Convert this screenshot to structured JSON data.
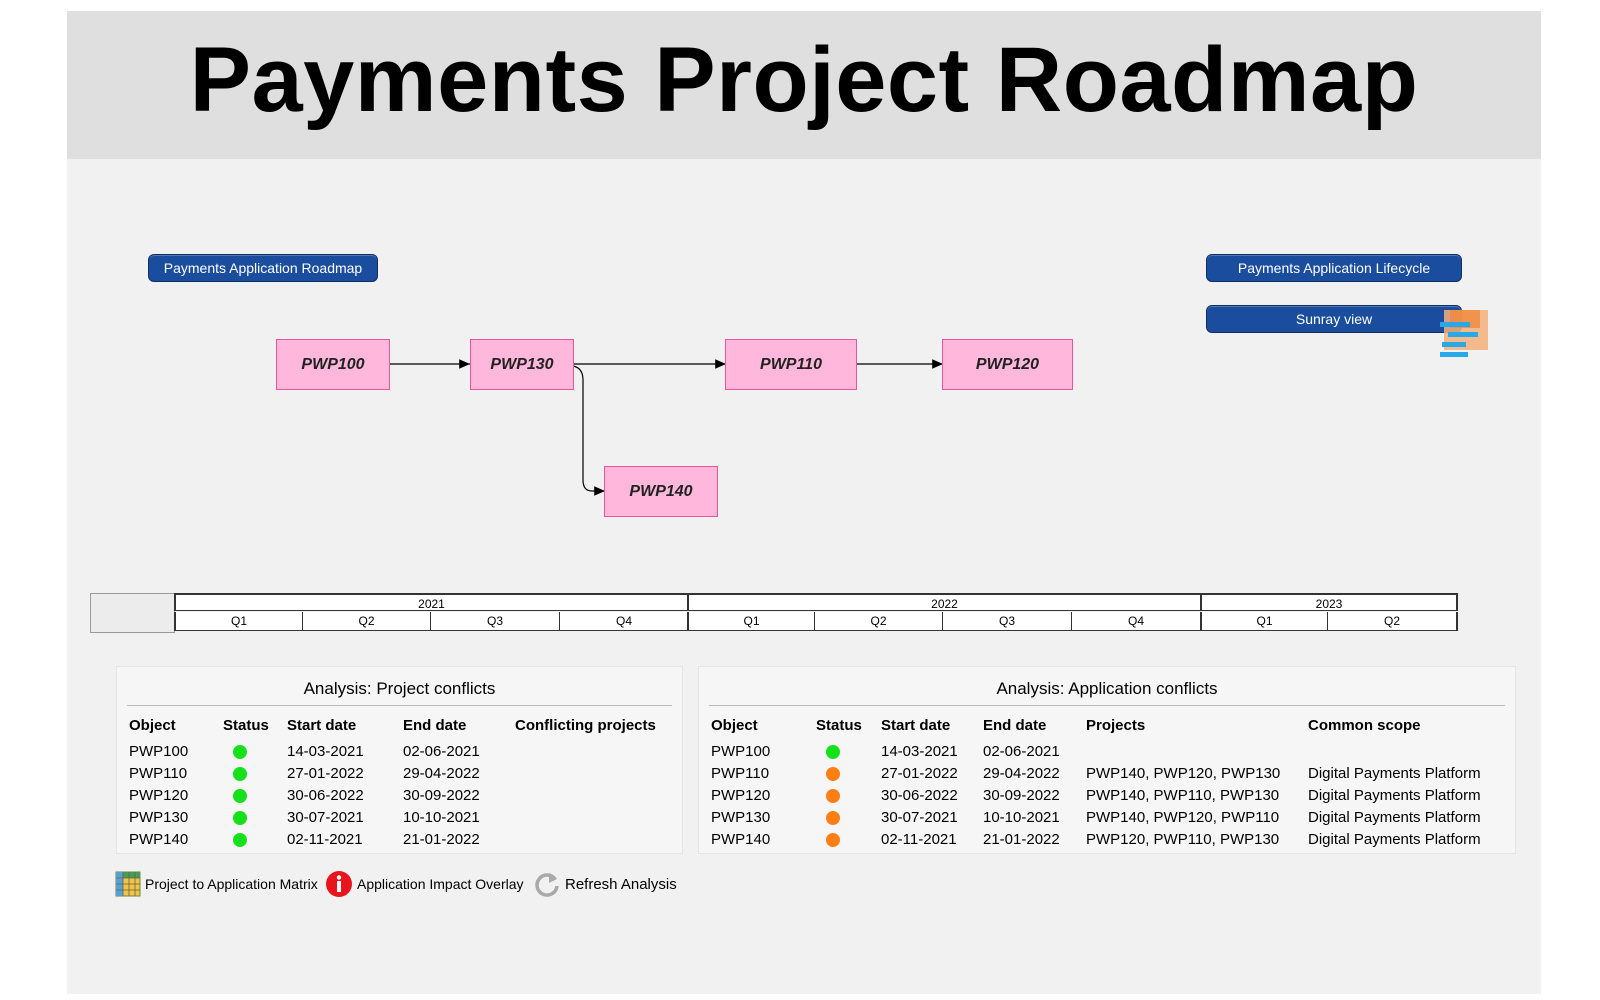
{
  "title": "Payments Project Roadmap",
  "nav": {
    "roadmap": "Payments Application Roadmap",
    "lifecycle": "Payments Application Lifecycle",
    "sunray": "Sunray view"
  },
  "diagram": {
    "nodes": [
      "PWP100",
      "PWP130",
      "PWP110",
      "PWP120",
      "PWP140"
    ],
    "edges": [
      [
        "PWP100",
        "PWP130"
      ],
      [
        "PWP130",
        "PWP110"
      ],
      [
        "PWP110",
        "PWP120"
      ],
      [
        "PWP130",
        "PWP140"
      ]
    ]
  },
  "timeline": {
    "years": [
      "2021",
      "2022",
      "2023"
    ],
    "quarters": [
      "Q1",
      "Q2",
      "Q3",
      "Q4",
      "Q1",
      "Q2",
      "Q3",
      "Q4",
      "Q1",
      "Q2"
    ]
  },
  "project_conflicts": {
    "title": "Analysis: Project conflicts",
    "headers": [
      "Object",
      "Status",
      "Start date",
      "End date",
      "Conflicting projects"
    ],
    "rows": [
      [
        "PWP100",
        "green",
        "14-03-2021",
        "02-06-2021",
        ""
      ],
      [
        "PWP110",
        "green",
        "27-01-2022",
        "29-04-2022",
        ""
      ],
      [
        "PWP120",
        "green",
        "30-06-2022",
        "30-09-2022",
        ""
      ],
      [
        "PWP130",
        "green",
        "30-07-2021",
        "10-10-2021",
        ""
      ],
      [
        "PWP140",
        "green",
        "02-11-2021",
        "21-01-2022",
        ""
      ]
    ]
  },
  "application_conflicts": {
    "title": "Analysis: Application conflicts",
    "headers": [
      "Object",
      "Status",
      "Start date",
      "End date",
      "Projects",
      "Common scope"
    ],
    "rows": [
      [
        "PWP100",
        "green",
        "14-03-2021",
        "02-06-2021",
        "",
        ""
      ],
      [
        "PWP110",
        "orange",
        "27-01-2022",
        "29-04-2022",
        "PWP140, PWP120, PWP130",
        "Digital Payments Platform"
      ],
      [
        "PWP120",
        "orange",
        "30-06-2022",
        "30-09-2022",
        "PWP140, PWP110, PWP130",
        "Digital Payments Platform"
      ],
      [
        "PWP130",
        "orange",
        "30-07-2021",
        "10-10-2021",
        "PWP140, PWP120, PWP110",
        "Digital Payments Platform"
      ],
      [
        "PWP140",
        "orange",
        "02-11-2021",
        "21-01-2022",
        "PWP120, PWP110, PWP130",
        "Digital Payments Platform"
      ]
    ]
  },
  "status_colors": {
    "green": "#15e01a",
    "orange": "#ff7f14"
  },
  "actions": {
    "matrix": {
      "label": "Project to Application Matrix",
      "icon": "matrix-grid-icon"
    },
    "impact": {
      "label": "Application Impact Overlay",
      "icon": "info-icon"
    },
    "refresh": {
      "label": "Refresh Analysis",
      "icon": "refresh-icon"
    }
  }
}
